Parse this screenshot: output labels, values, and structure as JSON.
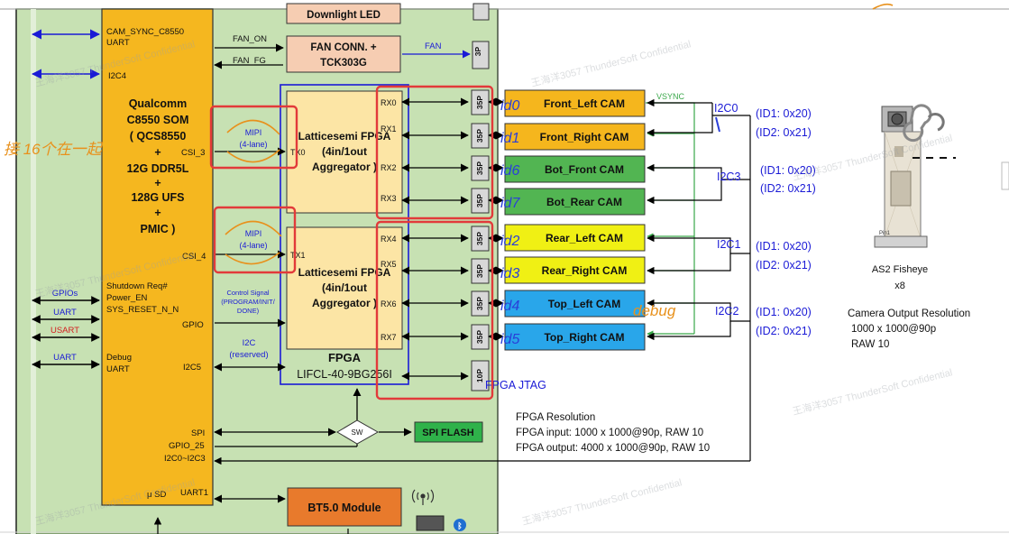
{
  "soc": {
    "title_lines": [
      "Qualcomm",
      "C8550 SOM",
      "( QCS8550",
      "+",
      "12G DDR5L",
      "+",
      "128G UFS",
      "+",
      "PMIC )"
    ],
    "ports": {
      "cam_sync": "CAM_SYNC_C8550",
      "uart_top": "UART",
      "i2c4": "I2C4",
      "csi3": "CSI_3",
      "csi4": "CSI_4",
      "power_lines": [
        "Shutdown Req#",
        "Power_EN",
        "SYS_RESET_N_N"
      ],
      "gpio": "GPIO",
      "debug_lines": [
        "Debug",
        "UART"
      ],
      "i2c5": "I2C5",
      "spi": "SPI",
      "gpio25": "GPIO_25",
      "i2c_bus": "I2C0~I2C3",
      "usd": "μ SD",
      "uart1": "UART1"
    }
  },
  "left_signals": [
    "GPIOs",
    "UART",
    "USART",
    "UART"
  ],
  "top": {
    "downlight": "Downlight LED",
    "fan_on": "FAN_ON",
    "fan_fg": "FAN_FG",
    "fan_conn_lines": [
      "FAN CONN. +",
      "TCK303G"
    ],
    "fan": "FAN",
    "fan_pin": "3P"
  },
  "mipi": {
    "label": "MIPI",
    "lanes": "(4-lane)"
  },
  "fpga": {
    "block_lines": [
      "Latticesemi FPGA",
      "(4in/1out",
      "Aggregator )"
    ],
    "tx0": "TX0",
    "tx1": "TX1",
    "rx_top": [
      "RX0",
      "RX1",
      "RX2",
      "RX3"
    ],
    "rx_bottom": [
      "RX4",
      "RX5",
      "RX6",
      "RX7"
    ],
    "title": "FPGA",
    "part": "LIFCL-40-9BG256I",
    "control_lines": [
      "Control Signal",
      "(PROGRAM/INIT/",
      "DONE)"
    ],
    "i2c_lines": [
      "I2C",
      "(reserved)"
    ],
    "jtag": "FPGA JTAG"
  },
  "connectors": [
    "35P",
    "35P",
    "35P",
    "35P",
    "35P",
    "35P",
    "35P",
    "35P",
    "10P"
  ],
  "cameras": [
    {
      "label": "Front_Left CAM",
      "color": "#f5b61d"
    },
    {
      "label": "Front_Right CAM",
      "color": "#f5b61d"
    },
    {
      "label": "Bot_Front CAM",
      "color": "#52b552"
    },
    {
      "label": "Bot_Rear CAM",
      "color": "#52b552"
    },
    {
      "label": "Rear_Left CAM",
      "color": "#f0f014"
    },
    {
      "label": "Rear_Right CAM",
      "color": "#f0f014"
    },
    {
      "label": "Top_Left CAM",
      "color": "#29a6ea"
    },
    {
      "label": "Top_Right CAM",
      "color": "#29a6ea"
    }
  ],
  "vsync": "VSYNC",
  "i2c_groups": [
    {
      "bus": "I2C0",
      "id1": "(ID1: 0x20)",
      "id2": "(ID2: 0x21)"
    },
    {
      "bus": "I2C3",
      "id1": "(ID1: 0x20)",
      "id2": "(ID2: 0x21)"
    },
    {
      "bus": "I2C1",
      "id1": "(ID1: 0x20)",
      "id2": "(ID2: 0x21)"
    },
    {
      "bus": "I2C2",
      "id1": "(ID1: 0x20)",
      "id2": "(ID2: 0x21)"
    }
  ],
  "module": {
    "pin": "Pin1",
    "name": "AS2 Fisheye",
    "count": "x8",
    "resolution_lines": [
      "Camera Output Resolution",
      "1000 x 1000@90p",
      "RAW 10"
    ]
  },
  "fpga_resolution": [
    "FPGA Resolution",
    "FPGA input:   1000 x 1000@90p, RAW 10",
    "FPGA output: 4000 x 1000@90p, RAW 10"
  ],
  "sw": "SW",
  "spi_flash": "SPI FLASH",
  "bt": "BT5.0 Module",
  "watermark": "王海洋3057 ThunderSoft Confidential",
  "handwritten": {
    "left_note": "接 16个在一起",
    "id_marks": [
      "id0",
      "id1",
      "id6",
      "id7",
      "id2",
      "id3",
      "id4",
      "id5"
    ],
    "debug_note": "debug"
  }
}
